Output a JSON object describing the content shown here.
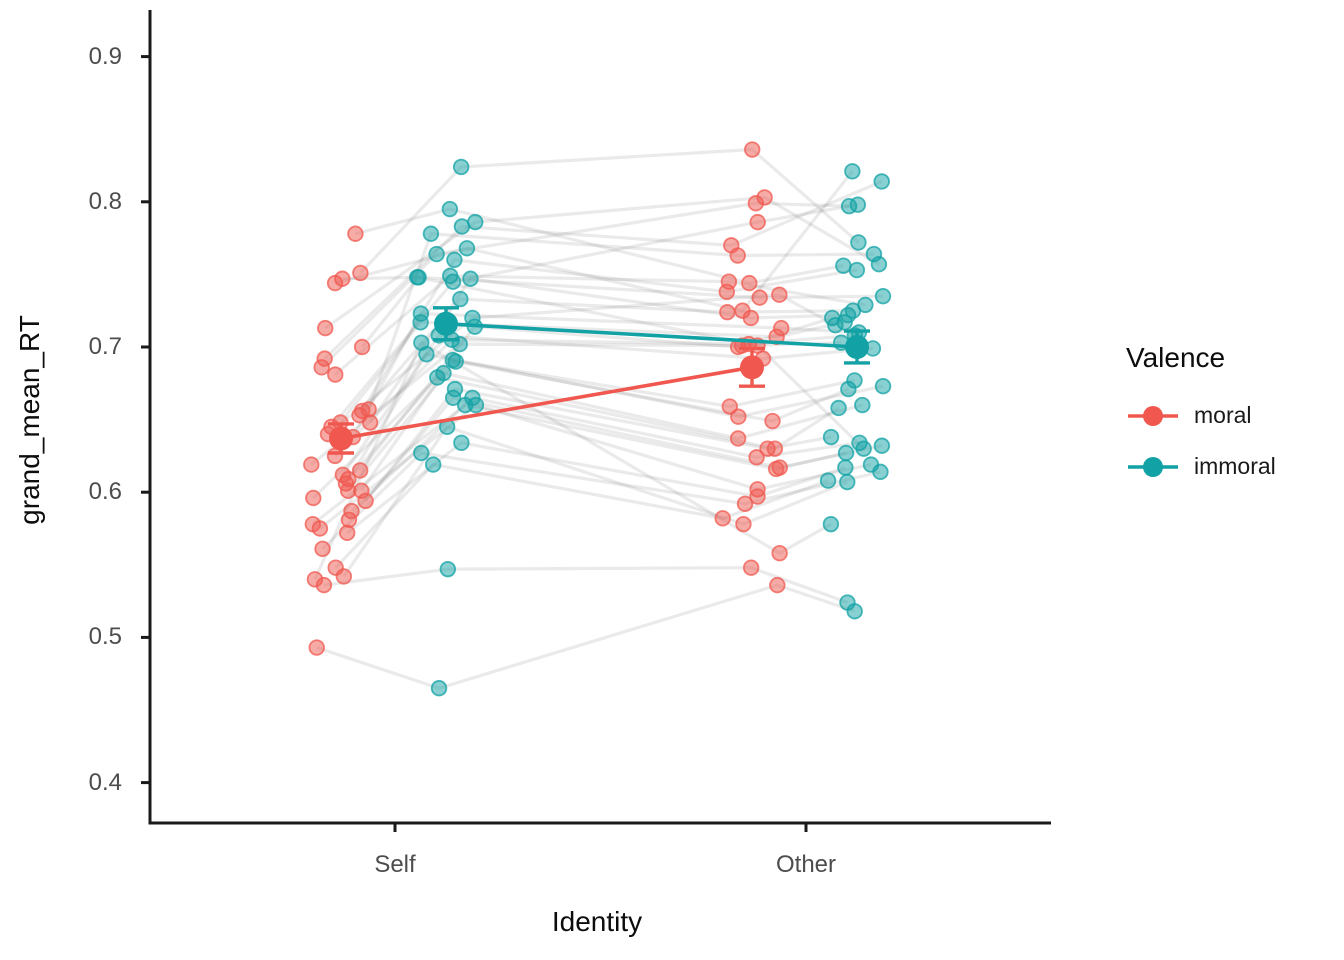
{
  "figure": {
    "y_axis": {
      "label": "grand_mean_RT",
      "tick_labels": [
        "0.9",
        "0.8",
        "0.7",
        "0.6",
        "0.5",
        "0.4"
      ]
    },
    "x_axis": {
      "label": "Identity",
      "categories": [
        "Self",
        "Other"
      ]
    },
    "legend": {
      "title": "Valence",
      "items": [
        {
          "label": "moral",
          "color": "#F0584F"
        },
        {
          "label": "immoral",
          "color": "#12A1A4"
        }
      ]
    }
  },
  "chart_data": {
    "type": "scatter",
    "subtype": "interaction-plot-with-individual-subject-lines",
    "title": "",
    "xlabel": "Identity",
    "ylabel": "grand_mean_RT",
    "x_categories": [
      "Self",
      "Other"
    ],
    "y_ticks": [
      0.9,
      0.8,
      0.7,
      0.6,
      0.5,
      0.4
    ],
    "ylim": [
      0.372,
      0.931
    ],
    "grid": false,
    "legend_position": "right",
    "condition_order": [
      "Self-moral",
      "Self-immoral",
      "Other-moral",
      "Other-immoral"
    ],
    "series_means": [
      {
        "name": "moral",
        "color": "#F0584F",
        "values": [
          0.637,
          0.686
        ],
        "se": [
          0.01,
          0.013
        ]
      },
      {
        "name": "immoral",
        "color": "#12A1A4",
        "values": [
          0.716,
          0.7
        ],
        "se": [
          0.011,
          0.011
        ]
      }
    ],
    "subjects": [
      [
        0.778,
        0.795,
        0.744,
        0.756
      ],
      [
        0.751,
        0.824,
        0.836,
        0.772
      ],
      [
        0.747,
        0.748,
        0.701,
        0.63
      ],
      [
        0.744,
        0.768,
        0.725,
        0.821
      ],
      [
        0.713,
        0.786,
        0.803,
        0.757
      ],
      [
        0.7,
        0.748,
        0.734,
        0.735
      ],
      [
        0.692,
        0.783,
        0.77,
        0.814
      ],
      [
        0.686,
        0.764,
        0.799,
        0.797
      ],
      [
        0.681,
        0.749,
        0.745,
        0.729
      ],
      [
        0.657,
        0.778,
        0.763,
        0.764
      ],
      [
        0.656,
        0.76,
        0.738,
        0.753
      ],
      [
        0.653,
        0.733,
        0.724,
        0.725
      ],
      [
        0.648,
        0.747,
        0.72,
        0.722
      ],
      [
        0.648,
        0.717,
        0.707,
        0.717
      ],
      [
        0.645,
        0.745,
        0.786,
        0.798
      ],
      [
        0.64,
        0.72,
        0.736,
        0.715
      ],
      [
        0.638,
        0.723,
        0.713,
        0.71
      ],
      [
        0.625,
        0.705,
        0.702,
        0.708
      ],
      [
        0.619,
        0.702,
        0.701,
        0.703
      ],
      [
        0.615,
        0.714,
        0.7,
        0.72
      ],
      [
        0.612,
        0.708,
        0.692,
        0.699
      ],
      [
        0.609,
        0.691,
        0.659,
        0.677
      ],
      [
        0.606,
        0.695,
        0.652,
        0.673
      ],
      [
        0.601,
        0.69,
        0.649,
        0.671
      ],
      [
        0.601,
        0.682,
        0.637,
        0.66
      ],
      [
        0.596,
        0.679,
        0.63,
        0.658
      ],
      [
        0.594,
        0.671,
        0.63,
        0.638
      ],
      [
        0.587,
        0.665,
        0.624,
        0.634
      ],
      [
        0.581,
        0.665,
        0.617,
        0.632
      ],
      [
        0.578,
        0.66,
        0.616,
        0.627
      ],
      [
        0.575,
        0.66,
        0.602,
        0.619
      ],
      [
        0.572,
        0.634,
        0.597,
        0.617
      ],
      [
        0.561,
        0.627,
        0.592,
        0.614
      ],
      [
        0.548,
        0.619,
        0.582,
        0.608
      ],
      [
        0.542,
        0.645,
        0.578,
        0.607
      ],
      [
        0.54,
        0.703,
        0.558,
        0.578
      ],
      [
        0.536,
        0.547,
        0.548,
        0.524
      ],
      [
        0.493,
        0.465,
        0.536,
        0.518
      ]
    ]
  }
}
